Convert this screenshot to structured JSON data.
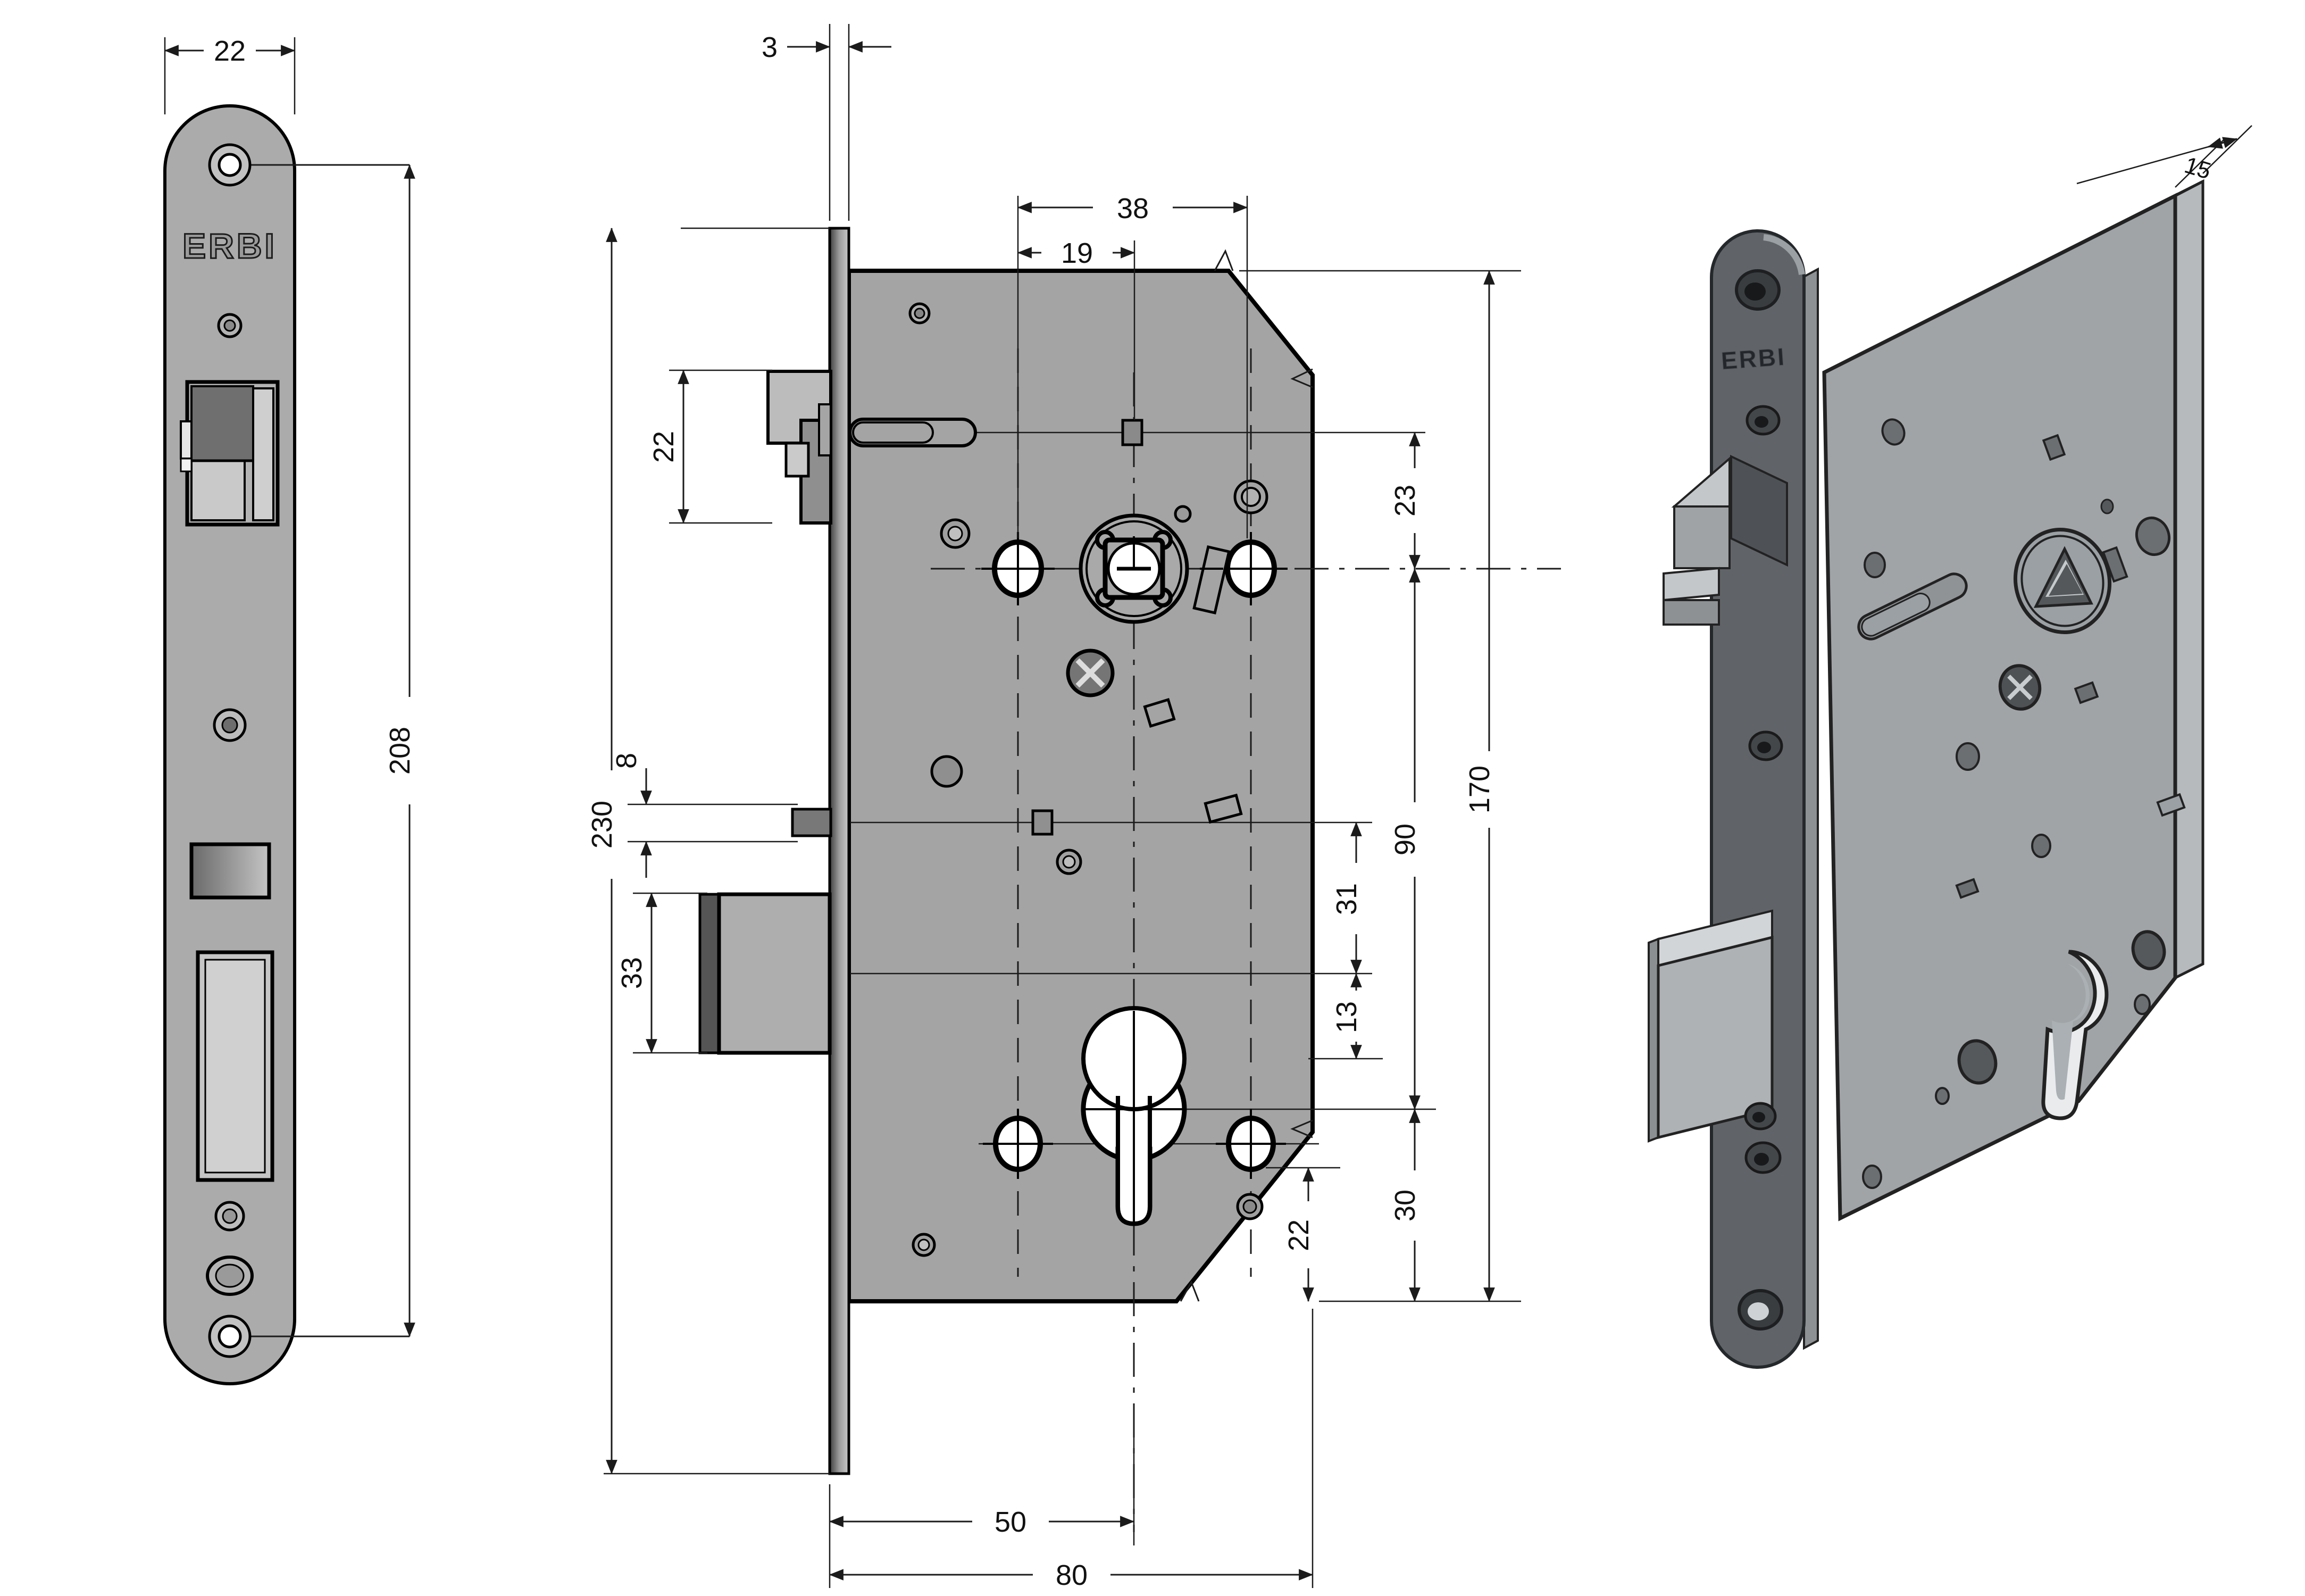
{
  "drawing": {
    "brand": "ERBI",
    "views": {
      "front": "faceplate front view",
      "side": "lock body side view",
      "iso": "isometric view"
    }
  },
  "dims": {
    "front_width": "22",
    "front_height": "208",
    "plate_thickness": "3",
    "hole_spacing": "38",
    "spindle_offset": "19",
    "latch_height": "22",
    "aux_bolt_height": "8",
    "deadbolt_height": "33",
    "overall_height": "230",
    "slot_to_spindle": "23",
    "spindle_to_cylinder": "90",
    "body_height": "170",
    "deadbolt_to_line": "31",
    "line_to_cylinder": "13",
    "cylinder_to_bottom": "30",
    "bottom_offset": "22",
    "backset": "50",
    "body_depth": "80",
    "body_thickness": "15"
  }
}
